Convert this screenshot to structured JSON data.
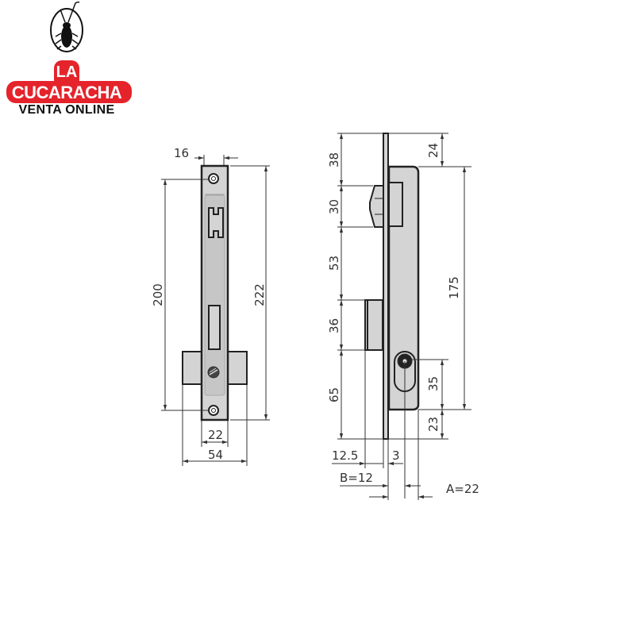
{
  "logo": {
    "line1": "LA",
    "line2": "CUCARACHA",
    "line3": "VENTA ONLINE",
    "icon": "cockroach-icon",
    "brand_color": "#e5232b"
  },
  "front_view": {
    "width_faceplate": "16",
    "height_screw_spacing": "200",
    "height_total": "222",
    "width_body": "22",
    "width_bolt_span": "54"
  },
  "side_view": {
    "top_to_latch": "38",
    "latch_height": "30",
    "latch_to_bolt": "53",
    "bolt_height": "36",
    "bolt_to_bottom": "65",
    "top_offset": "24",
    "body_height": "175",
    "cylinder_slot": "35",
    "cylinder_bottom": "23",
    "bolt_projection": "12.5",
    "faceplate_thickness": "3",
    "backset_b": "B=12",
    "backset_a": "A=22"
  },
  "colors": {
    "plate_fill": "#d4d4d4",
    "line": "#222222",
    "dim_line": "#333333"
  }
}
